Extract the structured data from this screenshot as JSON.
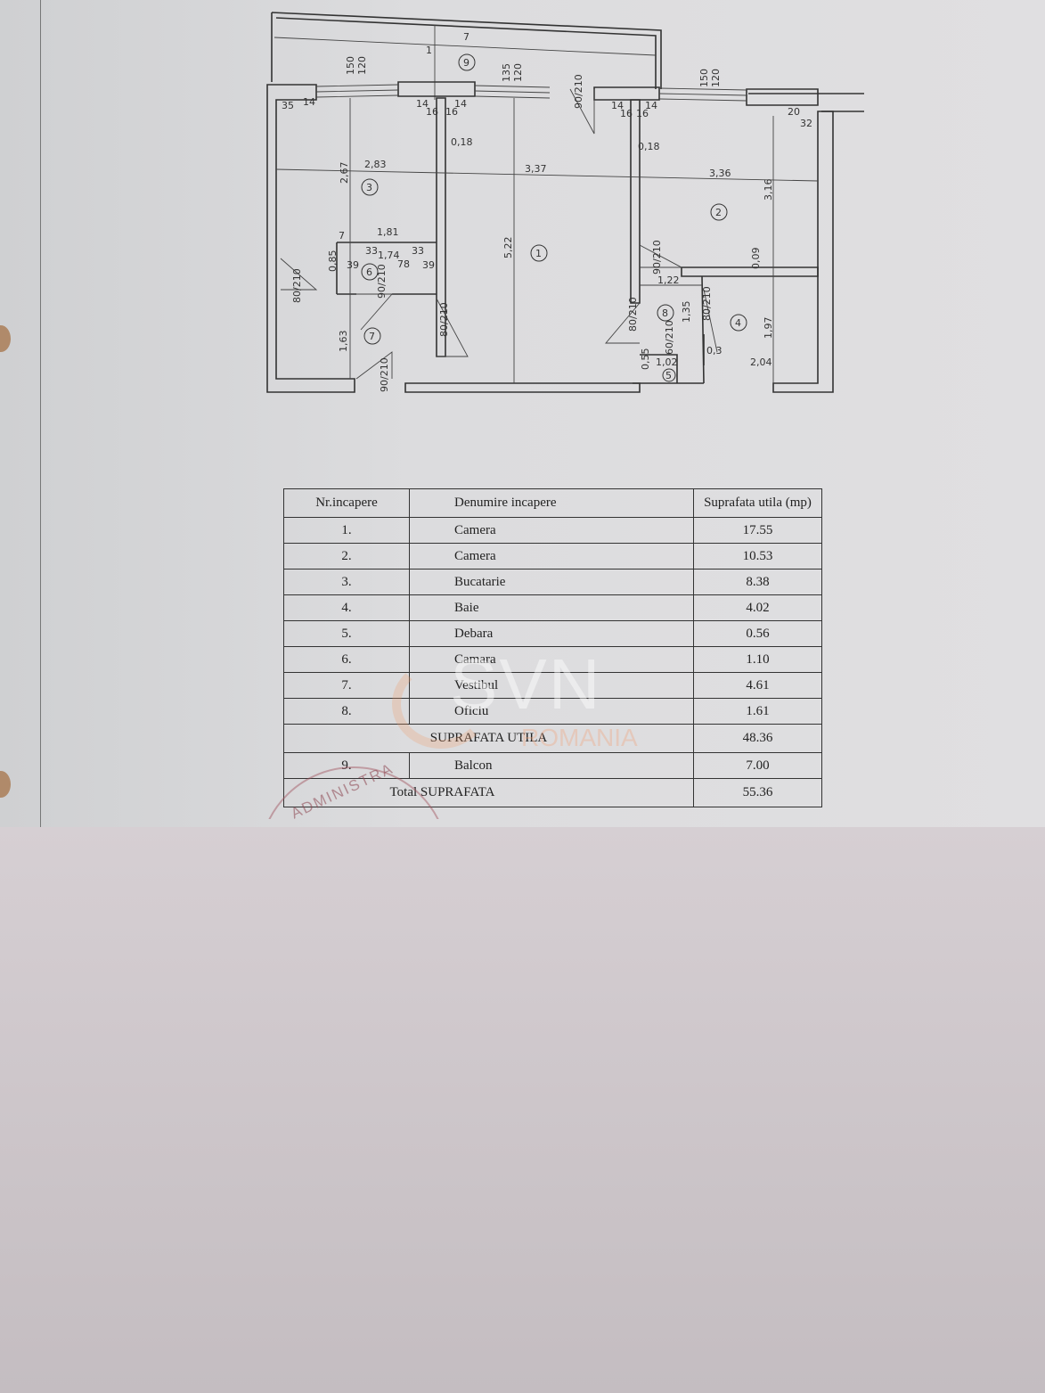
{
  "plan": {
    "balcony": {
      "length": "7",
      "width": "1",
      "number": "9"
    },
    "windows": [
      {
        "top": "150",
        "bottom": "120"
      },
      {
        "top": "135",
        "bottom": "120"
      },
      {
        "top": "150",
        "bottom": "120"
      }
    ],
    "doors": [
      "80/210",
      "90/210",
      "80/210",
      "90/210",
      "90/210",
      "90/210",
      "80/210",
      "80/210",
      "60/210"
    ],
    "dimensions": {
      "kitchen_width": "2,83",
      "kitchen_depth": "2,67",
      "room1_width": "3,37",
      "room1_depth": "5,22",
      "room2_width": "3,36",
      "room2_depth": "3,16",
      "wall_left": "0,18",
      "wall_right": "0,18",
      "pantry_top": "1,81",
      "pantry_width": "1,74",
      "pantry_depth": "0,85",
      "vest_depth": "1,63",
      "office_width": "1,22",
      "office_depth": "1,35",
      "bath_depth": "1,97",
      "bath_width": "2,04",
      "storage_width": "1,02",
      "storage_depth": "0,55",
      "small_wall": "0,3",
      "room2_offset": "0,09",
      "pier_35": "35",
      "pier_14a": "14",
      "pier_14b": "14",
      "pier_16a": "16",
      "pier_16b": "16",
      "pier_14c": "14",
      "pier_14d": "14",
      "pier_16c": "16",
      "pier_16d": "16",
      "pier_14e": "14",
      "pier_20": "20",
      "pier_32": "32",
      "n7": "7",
      "n33a": "33",
      "n33b": "33",
      "n39a": "39",
      "n39b": "39",
      "n78": "78"
    },
    "room_numbers": [
      "1",
      "2",
      "3",
      "4",
      "5",
      "6",
      "7",
      "8"
    ]
  },
  "table": {
    "headers": [
      "Nr.incapere",
      "Denumire incapere",
      "Suprafata utila (mp)"
    ],
    "rows": [
      {
        "nr": "1.",
        "name": "Camera",
        "area": "17.55"
      },
      {
        "nr": "2.",
        "name": "Camera",
        "area": "10.53"
      },
      {
        "nr": "3.",
        "name": "Bucatarie",
        "area": "8.38"
      },
      {
        "nr": "4.",
        "name": "Baie",
        "area": "4.02"
      },
      {
        "nr": "5.",
        "name": "Debara",
        "area": "0.56"
      },
      {
        "nr": "6.",
        "name": "Camara",
        "area": "1.10"
      },
      {
        "nr": "7.",
        "name": "Vestibul",
        "area": "4.61"
      },
      {
        "nr": "8.",
        "name": "Oficiu",
        "area": "1.61"
      }
    ],
    "useful_label": "SUPRAFATA  UTILA",
    "useful_value": "48.36",
    "balcony": {
      "nr": "9.",
      "name": "Balcon",
      "area": "7.00"
    },
    "total_label": "Total  SUPRAFATA",
    "total_value": "55.36"
  },
  "watermark": {
    "brand": "SVN",
    "sub": "ROMANIA"
  },
  "stamp": {
    "text": "ADMINISTRA"
  }
}
